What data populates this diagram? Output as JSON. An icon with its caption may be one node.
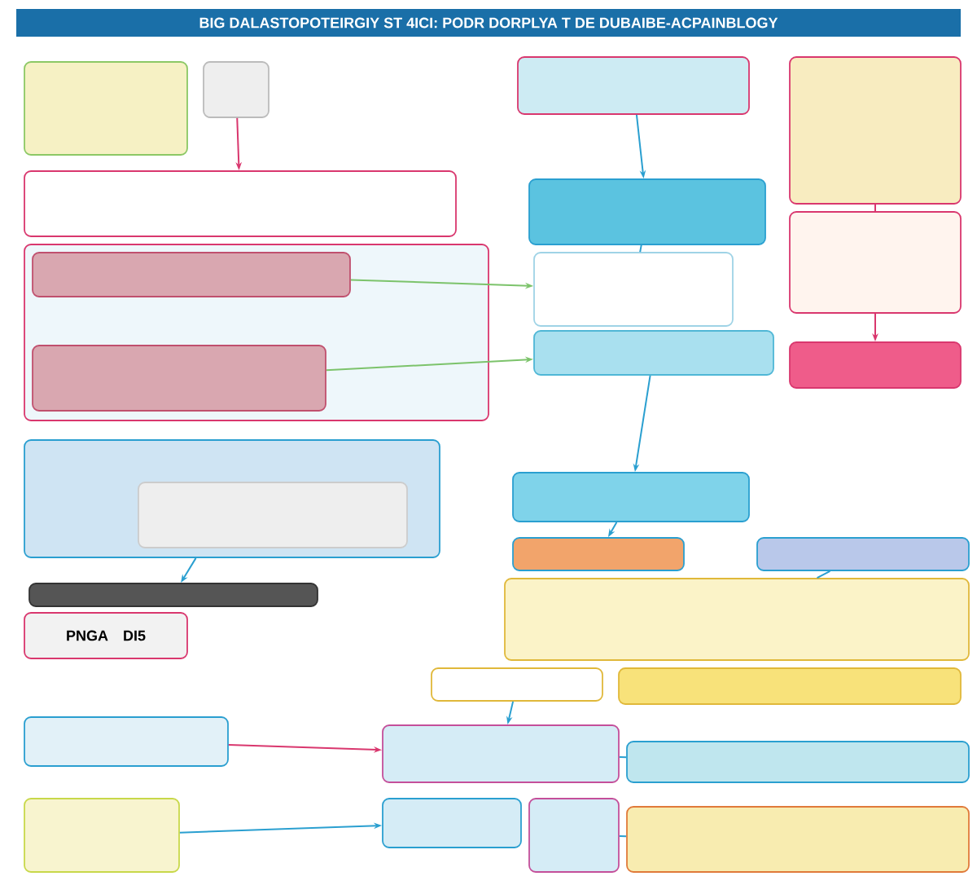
{
  "diagram": {
    "title": "BIG DALASTOPOTEIRGIY ST 4ICI: PODR DORPLYA T DE DUBAIBE-ACPAINBLOGY",
    "nodes": [
      {
        "text": [],
        "shape": "box"
      },
      {
        "text": [],
        "shape": "box"
      },
      {
        "text": [],
        "shape": "box"
      },
      {
        "text": [],
        "shape": "box"
      },
      {
        "text": [],
        "shape": "box"
      },
      {
        "text": [],
        "shape": "box"
      },
      {
        "text": [],
        "shape": "box"
      },
      {
        "text": [],
        "shape": "box",
        "in": 6
      },
      {
        "text": [],
        "shape": "box",
        "in": 6
      },
      {
        "text": [],
        "shape": "box"
      },
      {
        "text": [],
        "shape": "box"
      },
      {
        "text": [],
        "shape": "box"
      },
      {
        "text": [],
        "shape": "box"
      },
      {
        "text": [],
        "shape": "box"
      },
      {
        "text": [],
        "shape": "box",
        "in": 13
      },
      {
        "text": [],
        "shape": "box"
      },
      {
        "text": [
          "PNGA",
          "DI5"
        ]
      },
      {
        "text": [],
        "shape": "box"
      },
      {
        "text": [],
        "shape": "box"
      },
      {
        "text": [],
        "shape": "box"
      },
      {
        "text": [],
        "shape": "box"
      },
      {
        "text": [],
        "shape": "box"
      },
      {
        "text": [],
        "shape": "box"
      },
      {
        "text": [],
        "shape": "box"
      },
      {
        "text": [],
        "shape": "box"
      },
      {
        "text": [],
        "shape": "box"
      },
      {
        "text": [],
        "shape": "box"
      },
      {
        "text": [],
        "shape": "box"
      },
      {
        "text": [],
        "shape": "box"
      },
      {
        "text": [],
        "shape": "box"
      }
    ],
    "edges": [
      {
        "from": 2,
        "to": 5,
        "arrow": "to"
      },
      {
        "from": 5,
        "to": 9,
        "arrow": "none"
      },
      {
        "from": 1,
        "to": 4,
        "arrow": "to",
        "color": "#d9376e"
      },
      {
        "from": 7,
        "to": 9,
        "arrow": "to",
        "color": "#7cc36b"
      },
      {
        "from": 8,
        "to": 10,
        "arrow": "to",
        "color": "#7cc36b"
      },
      {
        "from": 3,
        "to": 11,
        "arrow": "none",
        "color": "#d9376e"
      },
      {
        "from": 11,
        "to": 12,
        "arrow": "to",
        "color": "#d9376e"
      },
      {
        "from": 13,
        "to": 15,
        "arrow": "to"
      },
      {
        "from": 17,
        "to": 18,
        "arrow": "to"
      },
      {
        "from": 19,
        "to": 20,
        "arrow": "none"
      },
      {
        "from": 21,
        "to": 24,
        "arrow": "to"
      },
      {
        "from": 23,
        "to": 24,
        "arrow": "to",
        "color": "#d9376e"
      },
      {
        "from": 24,
        "to": 25,
        "arrow": "none"
      },
      {
        "from": 26,
        "to": 27,
        "arrow": "to"
      },
      {
        "from": 28,
        "to": 29,
        "arrow": "none"
      },
      {
        "from": 10,
        "to": 17,
        "arrow": "to"
      }
    ]
  }
}
